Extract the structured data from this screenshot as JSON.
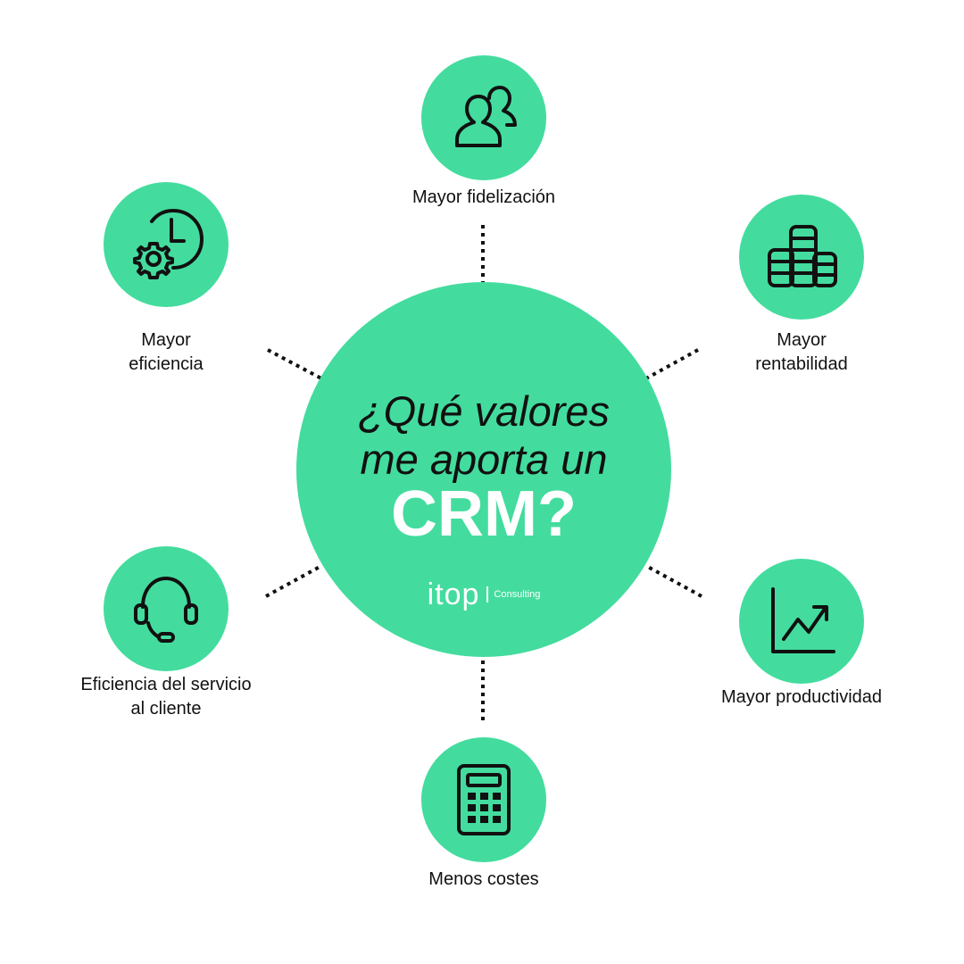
{
  "center": {
    "question_lines": [
      "¿Qué valores",
      "me aporta un"
    ],
    "highlight": "CRM?",
    "brand": {
      "logo": "itop",
      "subtitle": "Consulting"
    }
  },
  "benefits": [
    {
      "icon": "users-icon",
      "label_lines": [
        "Mayor fidelización"
      ]
    },
    {
      "icon": "coins-stack-icon",
      "label_lines": [
        "Mayor",
        "rentabilidad"
      ]
    },
    {
      "icon": "growth-chart-icon",
      "label_lines": [
        "Mayor productividad"
      ]
    },
    {
      "icon": "calculator-icon",
      "label_lines": [
        "Menos costes"
      ]
    },
    {
      "icon": "headset-icon",
      "label_lines": [
        "Eficiencia del servicio",
        "al cliente"
      ]
    },
    {
      "icon": "clock-gear-icon",
      "label_lines": [
        "Mayor",
        "eficiencia"
      ]
    }
  ],
  "colors": {
    "accent": "#43dc9e",
    "text": "#111111",
    "background": "#ffffff"
  }
}
